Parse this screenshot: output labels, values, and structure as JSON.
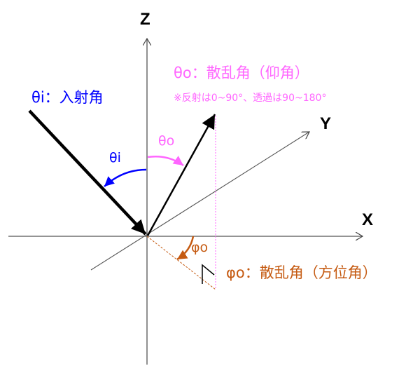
{
  "axes": {
    "x": "X",
    "y": "Y",
    "z": "Z"
  },
  "theta_i": {
    "legend": "θi：入射角",
    "arc_label": "θi"
  },
  "theta_o": {
    "legend": "θo：散乱角（仰角）",
    "note": "※反射は0~90°、透過は90~180°",
    "arc_label": "θo"
  },
  "phi_o": {
    "legend": "φo：散乱角（方位角）",
    "arc_label": "φo"
  },
  "colors": {
    "theta_i": "#0000ff",
    "theta_o": "#ff66ff",
    "phi_o": "#c55a11",
    "axis": "#555555"
  }
}
